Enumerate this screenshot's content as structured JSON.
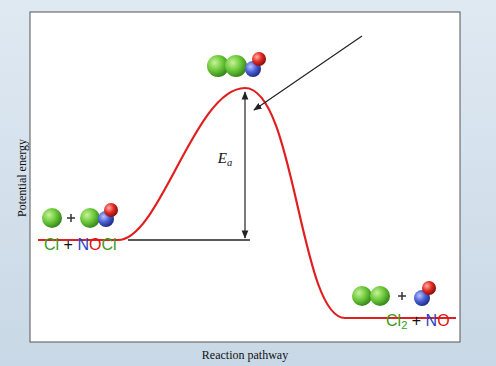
{
  "diagram": {
    "labels": [
      "Potential energy",
      "Reaction pathway",
      "Cl + NOCl",
      "Cl2 + NO",
      "Ea"
    ]
  }
}
